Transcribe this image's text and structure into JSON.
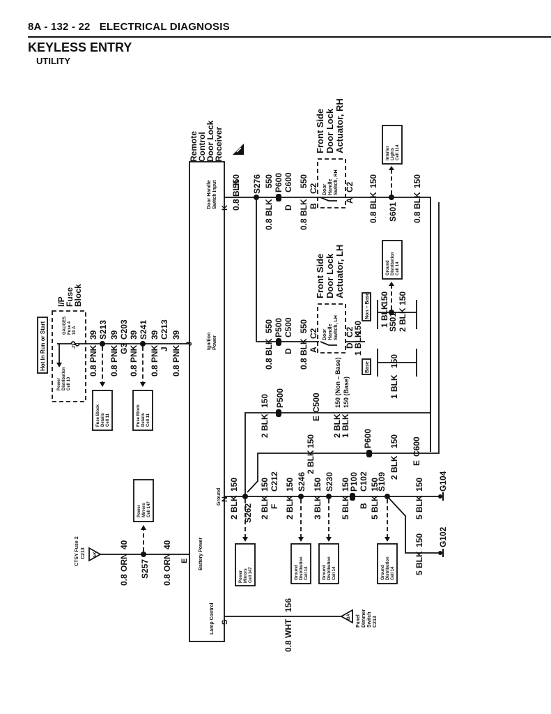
{
  "header": {
    "page_ref": "8A - 132 - 22",
    "section": "ELECTRICAL DIAGNOSIS",
    "title": "KEYLESS ENTRY",
    "subtitle": "UTILITY"
  },
  "receiver": {
    "name": "Remote Control Door Lock Receiver",
    "line1": "Remote",
    "line2": "Control",
    "line3": "Door Lock",
    "line4": "Receiver",
    "esd_icon": "esd-warning-icon",
    "pins": {
      "door_handle": {
        "pin": "K",
        "label1": "Door Handle",
        "label2": "Switch Input"
      },
      "ignition": {
        "pin": "J",
        "label1": "Ignition",
        "label2": "Power"
      },
      "battery": {
        "pin": "E",
        "label": "Battery Power"
      },
      "ground": {
        "pin": "N",
        "label": "Ground"
      },
      "lamp": {
        "pin": "S",
        "label": "Lamp Control"
      }
    }
  },
  "fuse_block": {
    "title1": "I/P",
    "title2": "Fuse",
    "title3": "Block",
    "hot_label": "Hot In Run or Start",
    "fuse_name": "GAUGES",
    "fuse_num": "Fuse 4",
    "fuse_amp": "10 A",
    "terminal": "J7",
    "power_dist1": "Power",
    "power_dist2": "Distribution",
    "power_dist3": "Cell 10"
  },
  "ignition_circuit": {
    "wire1": "0.8 PNK",
    "circuit": "39",
    "splice1": "S213",
    "wire2": "0.8 PNK",
    "conn1_pin": "G3",
    "conn1": "C203",
    "wire3": "0.8 PNK",
    "splice2": "S241",
    "wire4": "0.8 PNK",
    "conn2_pin": "J",
    "conn2": "C213",
    "wire5": "0.8 PNK",
    "ref_box1": [
      "Fuse Block",
      "Details",
      "Cell 11"
    ],
    "ref_box2": [
      "Fuse Block",
      "Details",
      "Cell 11"
    ]
  },
  "battery_circuit": {
    "source1": "CTSY Fuse 2",
    "source2": "C213",
    "source_tag": "AK",
    "wire1": "0.8 ORN",
    "circuit": "40",
    "splice": "S257",
    "wire2": "0.8 ORN",
    "ref_box": [
      "Power",
      "Mirrors",
      "Cell 147"
    ]
  },
  "door_handle_circuit": {
    "wire1": "0.8 BLK",
    "circuit": "550",
    "splice": "S276",
    "rh": {
      "wire": "0.8 BLK",
      "grommet": "P600",
      "conn_pin": "D",
      "conn": "C600",
      "wire2": "0.8 BLK",
      "in_pin": "B",
      "in_conn": "C2",
      "out_pin": "A",
      "out_conn": "C2",
      "title1": "Front Side",
      "title2": "Door Lock",
      "title3": "Actuator, RH",
      "switch1": "Door",
      "switch2": "Handle",
      "switch3": "Switch, RH"
    },
    "lh": {
      "wire": "0.8 BLK",
      "grommet": "P500",
      "conn_pin": "D",
      "conn": "C500",
      "wire2": "0.8 BLK",
      "in_pin": "A",
      "in_conn": "C2",
      "out_pin": "D",
      "out_conn": "C2",
      "title1": "Front Side",
      "title2": "Door Lock",
      "title3": "Actuator, LH",
      "switch1": "Door",
      "switch2": "Handle",
      "switch3": "Switch, LH"
    }
  },
  "rh_ground": {
    "wire1": "0.8 BLK",
    "circuit": "150",
    "splice": "S601",
    "wire2": "0.8 BLK",
    "ref_box": [
      "Interior",
      "Lights",
      "Cell 114"
    ]
  },
  "lh_ground": {
    "wire_out": "1 BLK",
    "circuit": "150",
    "non_base_tag": "Non – Base",
    "base_tag": "Base",
    "non_base_wire1": "1 BLK",
    "non_base_splice": "S501",
    "non_base_wire2": "2 BLK",
    "base_wire": "1 BLK",
    "ref_box": [
      "Ground",
      "Distribution",
      "Cell 14"
    ]
  },
  "c500_circuit": {
    "wire1": "2 BLK",
    "circuit": "150",
    "grommet": "P500",
    "conn_pin": "E",
    "conn": "C500",
    "wire2a": "2 BLK",
    "circuit2a": "150 (Non – Base)",
    "wire2b": "1 BLK",
    "circuit2b": "150 (Base)"
  },
  "c600_circuit": {
    "wire1": "2 BLK",
    "circuit": "150",
    "grommet": "P600",
    "wire2": "2 BLK",
    "conn_pin": "E",
    "conn": "C600"
  },
  "ground_circuit": {
    "wire1": "2 BLK",
    "circuit": "150",
    "splice1": "S262",
    "wire2": "2 BLK",
    "conn1_pin": "F",
    "conn1": "C212",
    "wire3": "2 BLK",
    "splice2": "S246",
    "wire4": "3 BLK",
    "splice3": "S230",
    "wire5": "5 BLK",
    "grommet": "P100",
    "conn2_pin": "B",
    "conn2": "C102",
    "wire6": "5 BLK",
    "splice4": "S109",
    "wire7": "5 BLK",
    "ground1": "G104",
    "wire8": "5 BLK",
    "ground2": "G102",
    "ref_s262": [
      "Power",
      "Mirrors",
      "Cell 147"
    ],
    "ref_s246": [
      "Ground",
      "Distribution",
      "Cell 14"
    ],
    "ref_s230": [
      "Ground",
      "Distribution",
      "Cell 14"
    ],
    "ref_s109": [
      "Ground",
      "Distribution",
      "Cell 14"
    ]
  },
  "lamp_circuit": {
    "wire": "0.8 WHT",
    "circuit": "156",
    "dest_tag": "BA",
    "dest1": "Panel",
    "dest2": "Dimmer",
    "dest3": "Switch",
    "dest4": "C213"
  }
}
